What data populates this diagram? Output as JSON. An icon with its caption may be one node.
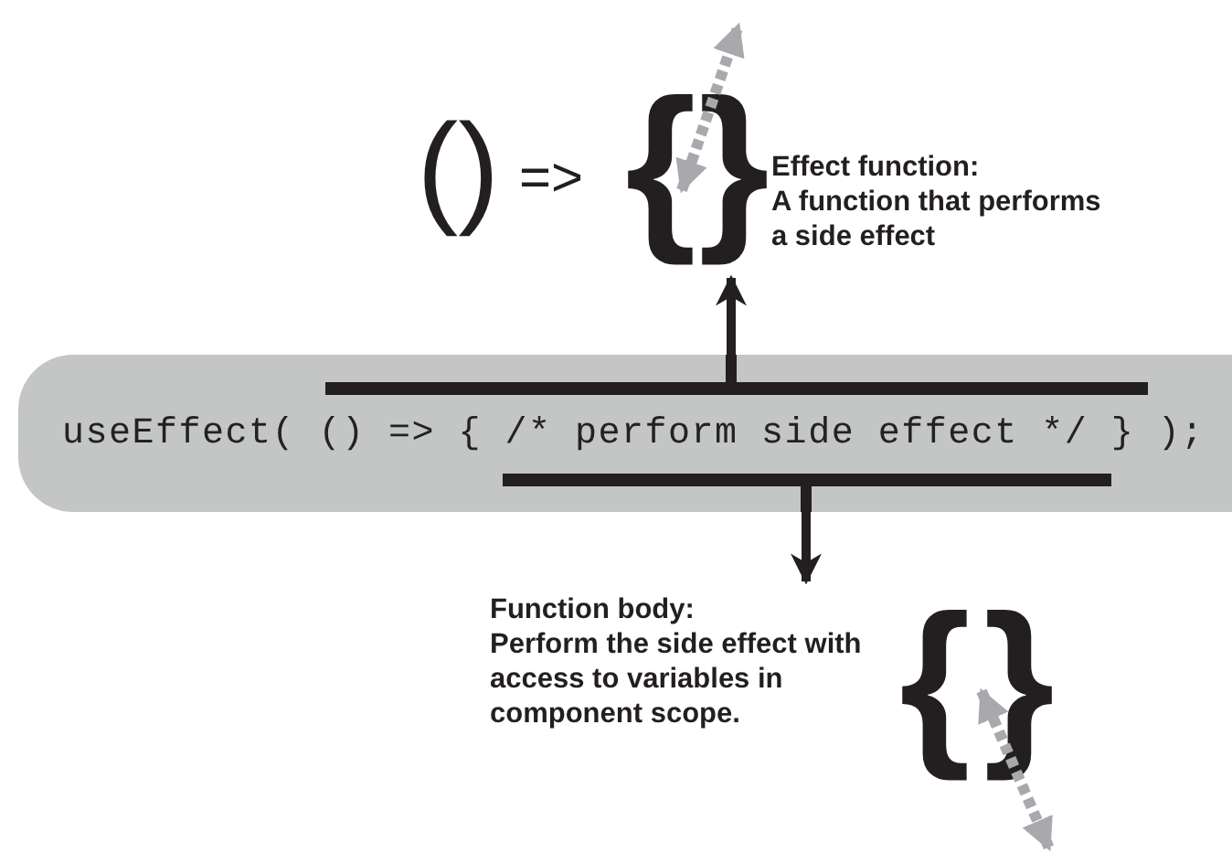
{
  "diagram": {
    "nodes": [
      {
        "text": [
          "useEffect( () => { /* perform side effect */ } );"
        ]
      },
      {
        "text": [
          "()",
          "=>",
          "{",
          "}",
          "Effect function:",
          "A function that performs a side effect"
        ]
      },
      {
        "text": [
          "Function body:",
          "Perform the side effect with access to variables in component scope.",
          "{",
          "}"
        ]
      }
    ],
    "edges": [
      {
        "from": 0,
        "to": 1,
        "arrow": "to"
      },
      {
        "from": 0,
        "to": 2,
        "arrow": "to"
      }
    ]
  }
}
